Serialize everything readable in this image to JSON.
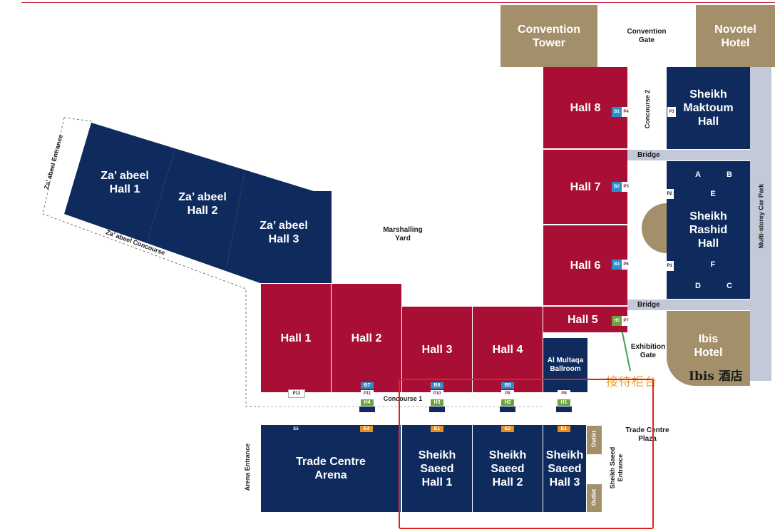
{
  "map": {
    "halls": {
      "hall1": "Hall 1",
      "hall2": "Hall 2",
      "hall3": "Hall 3",
      "hall4": "Hall 4",
      "hall5": "Hall 5",
      "hall6": "Hall 6",
      "hall7": "Hall 7",
      "hall8": "Hall 8"
    },
    "zaabeel": {
      "hall1": "Za’ abeel\nHall 1",
      "hall2": "Za’ abeel\nHall 2",
      "hall3": "Za’ abeel\nHall 3",
      "entrance": "Za’ abeel Entrance",
      "concourse": "Za’ abeel Concourse"
    },
    "venues": {
      "convention_tower": "Convention\nTower",
      "convention_gate": "Convention\nGate",
      "novotel": "Novotel\nHotel",
      "sheikh_maktoum": "Sheikh\nMaktoum\nHall",
      "sheikh_rashid": "Sheikh\nRashid\nHall",
      "ibis": "Ibis\nHotel",
      "al_multaqa": "Al Multaqa\nBallroom",
      "trade_centre_arena": "Trade Centre\nArena",
      "sheikh_saeed_1": "Sheikh\nSaeed\nHall 1",
      "sheikh_saeed_2": "Sheikh\nSaeed\nHall 2",
      "sheikh_saeed_3": "Sheikh\nSaeed\nHall 3"
    },
    "areas": {
      "marshalling_yard": "Marshalling\nYard",
      "concourse1": "Concourse 1",
      "concourse2": "Concourse 2",
      "bridge_top": "Bridge",
      "bridge_bottom": "Bridge",
      "multi_storey": "Multi-storey Car Park",
      "exhibition_gate": "Exhibition\nGate",
      "trade_centre_plaza": "Trade Centre\nPlaza",
      "sheikh_saeed_entrance": "Sheikh Saeed\nEntrance",
      "arena_entrance": "Arena Entrance",
      "outlet_top": "Outlet",
      "outlet_bottom": "Outlet"
    },
    "rashid_sections": {
      "a": "A",
      "b": "B",
      "e": "E",
      "f": "F",
      "d": "D",
      "c": "C"
    },
    "tags": {
      "b1": "B1",
      "b2": "B2",
      "b3": "B3",
      "b5": "B5",
      "b6": "B6",
      "b7": "B7",
      "h1": "H1",
      "h2": "H2",
      "h3": "H3",
      "h4": "H4",
      "h5": "H5",
      "e1a": "E1",
      "e1b": "E1",
      "e2": "E2",
      "e4": "E4",
      "e5": "E5",
      "p1": "P1",
      "p2": "P2",
      "p3": "P3",
      "p4": "P4",
      "p5": "P5",
      "p6": "P6",
      "p7": "P7",
      "p8": "P8",
      "p9": "P9",
      "p10": "P10",
      "p11": "P11",
      "p12": "P12"
    },
    "annotations": {
      "reception_desk": "接待柜台",
      "ibis_chinese": "Ibis 酒店"
    },
    "colors": {
      "hall_red": "#a90f35",
      "venue_navy": "#0f2a5c",
      "hotel_gold": "#a3906a",
      "highlight_box": "#e0211f",
      "annotation_orange": "#e8a33a"
    }
  }
}
